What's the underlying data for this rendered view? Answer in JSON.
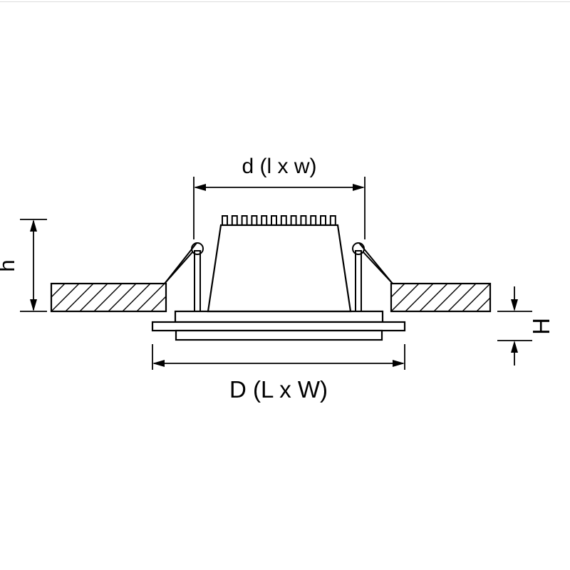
{
  "colors": {
    "ink": "#000000",
    "paper": "#ffffff"
  },
  "labels": {
    "top_dimension": "d (l x w)",
    "bottom_dimension": "D (L x W)",
    "recess_depth": "h",
    "trim_height": "H"
  }
}
